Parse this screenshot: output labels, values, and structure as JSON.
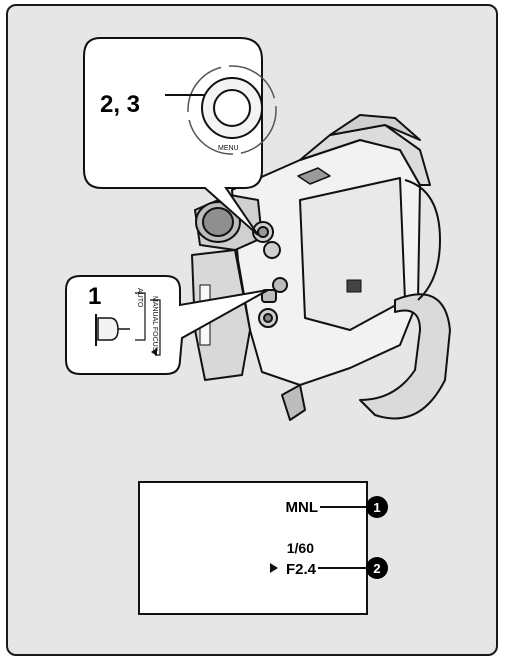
{
  "callouts": {
    "menu_steps": "2, 3",
    "menu_button_text": "MENU",
    "focus_step": "1",
    "focus_switch_labels": [
      "AUTO",
      "MANUAL FOCUS"
    ]
  },
  "display": {
    "mode": "MNL",
    "shutter": "1/60",
    "aperture": "F2.4",
    "marker_1": "1",
    "marker_2": "2"
  },
  "colors": {
    "frame_bg": "#e6e6e6",
    "line": "#000000",
    "screen_bg": "#ffffff"
  }
}
